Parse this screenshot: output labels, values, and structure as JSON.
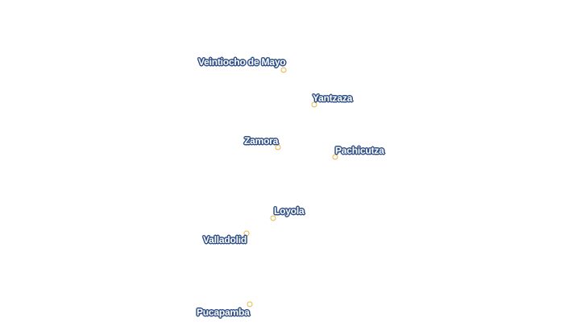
{
  "map": {
    "label_fill": "#ffffff",
    "label_halo": "#2f4f86",
    "dot_stroke": "#e9b54a",
    "places": [
      {
        "name": "Veintiocho de Mayo"
      },
      {
        "name": "Yantzaza"
      },
      {
        "name": "Zamora"
      },
      {
        "name": "Pachicutza"
      },
      {
        "name": "Loyola"
      },
      {
        "name": "Valladolid"
      },
      {
        "name": "Pucapamba"
      }
    ]
  }
}
